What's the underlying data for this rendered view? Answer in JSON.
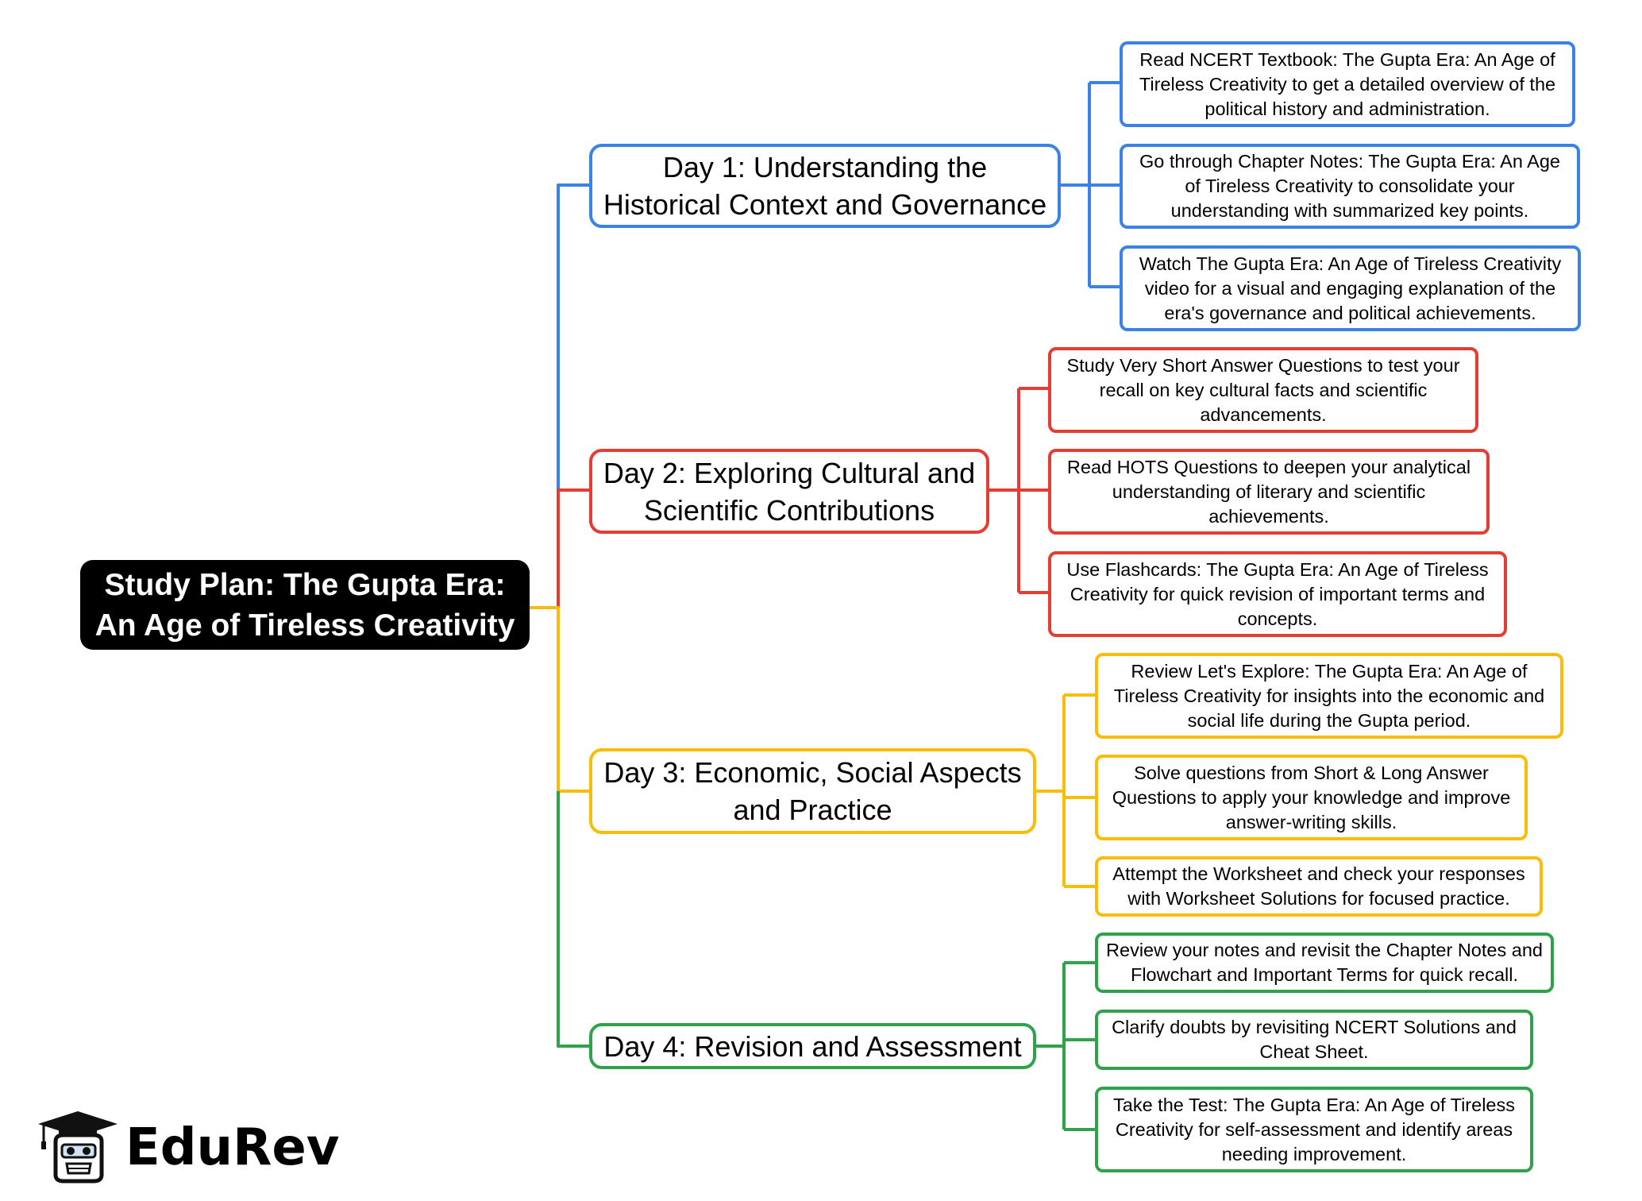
{
  "colors": {
    "day1": "#3b82e8",
    "day2": "#e43d33",
    "day3": "#f7bd07",
    "day4": "#31a24c",
    "root_bg": "#000000"
  },
  "root": {
    "title": "Study Plan: The Gupta Era: An Age of Tireless Creativity"
  },
  "days": [
    {
      "label": "Day 1: Understanding the Historical Context and Governance",
      "tasks": [
        "Read NCERT Textbook: The Gupta Era: An Age of Tireless Creativity to get a detailed overview of the political history and administration.",
        "Go through Chapter Notes: The Gupta Era: An Age of Tireless Creativity to consolidate your understanding with summarized key points.",
        "Watch The Gupta Era: An Age of Tireless Creativity video for a visual and engaging explanation of the era's governance and political achievements."
      ]
    },
    {
      "label": "Day 2: Exploring Cultural and Scientific Contributions",
      "tasks": [
        "Study Very Short Answer Questions to test your recall on key cultural facts and scientific advancements.",
        "Read HOTS Questions to deepen your analytical understanding of literary and scientific achievements.",
        "Use Flashcards: The Gupta Era: An Age of Tireless Creativity for quick revision of important terms and concepts."
      ]
    },
    {
      "label": "Day 3: Economic, Social Aspects and Practice",
      "tasks": [
        "Review Let's Explore: The Gupta Era: An Age of Tireless Creativity for insights into the economic and social life during the Gupta period.",
        "Solve questions from Short & Long Answer Questions to apply your knowledge and improve answer-writing skills.",
        "Attempt the Worksheet and check your responses with Worksheet Solutions for focused practice."
      ]
    },
    {
      "label": "Day 4: Revision and Assessment",
      "tasks": [
        "Review your notes and revisit the Chapter Notes and Flowchart and Important Terms for quick recall.",
        "Clarify doubts by revisiting NCERT Solutions and Cheat Sheet.",
        "Take the Test: The Gupta Era: An Age of Tireless Creativity for self-assessment and identify areas needing improvement."
      ]
    }
  ],
  "brand": {
    "name": "EduRev",
    "icon": "graduate-mascot-icon"
  }
}
